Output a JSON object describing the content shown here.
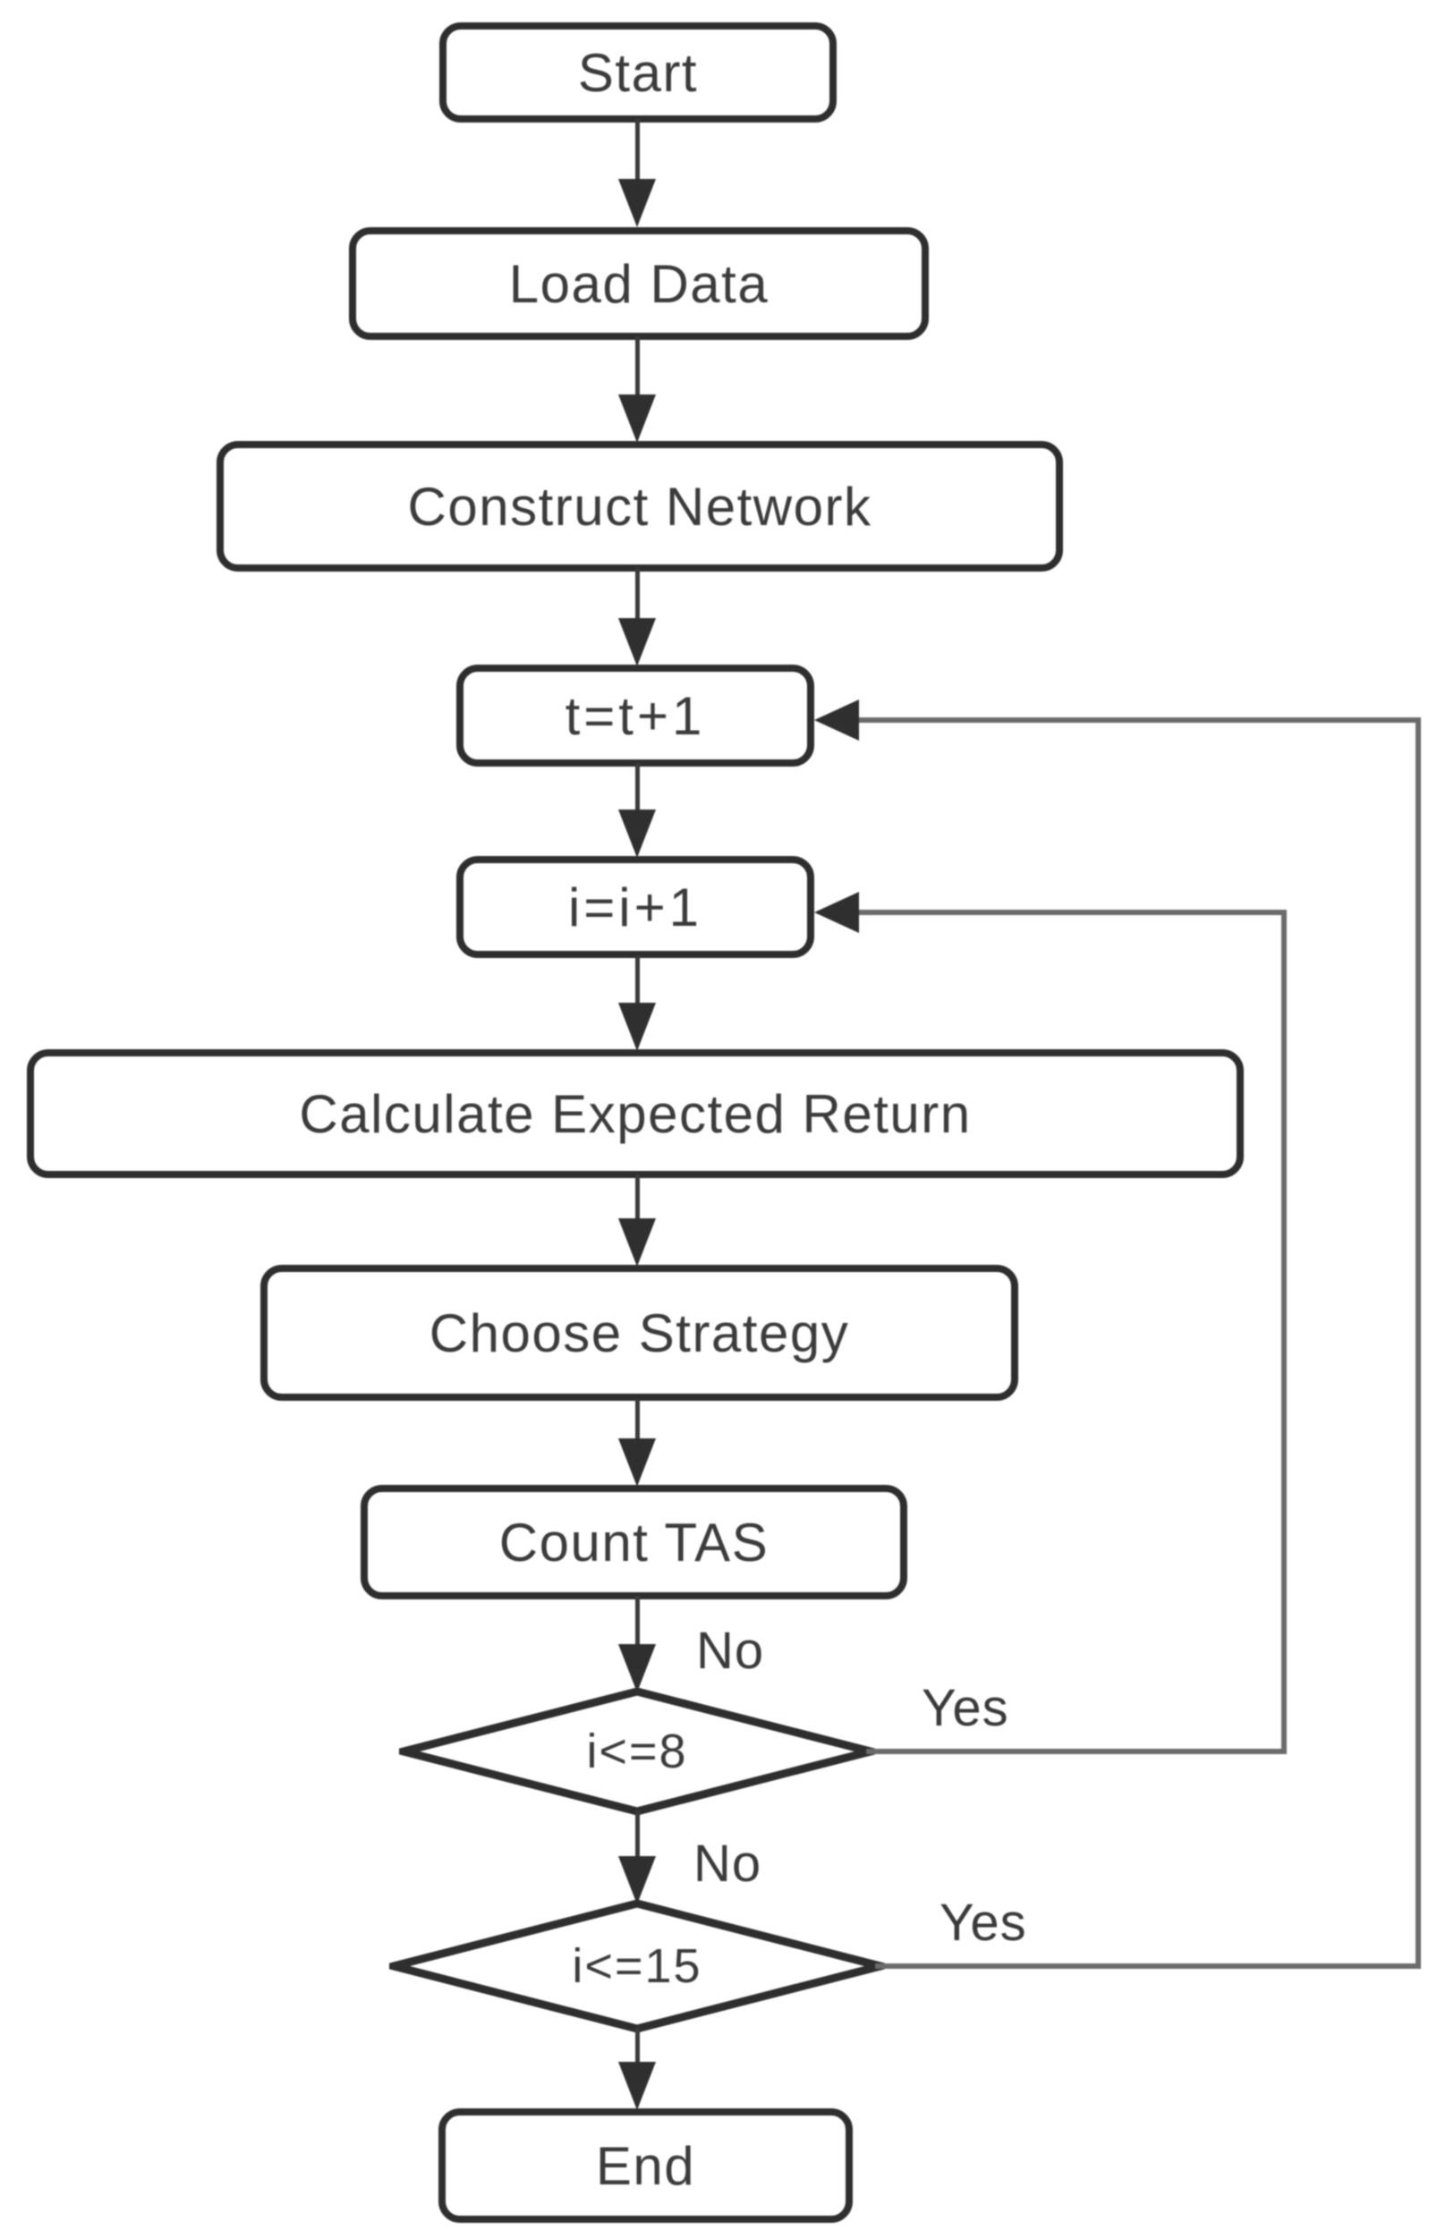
{
  "figure": {
    "type": "flowchart",
    "background_color": "#ffffff",
    "shape_border_color": "#2e2e2e",
    "arrow_color": "#2f2f2f",
    "loop_line_color": "#6b6b6b",
    "text_color": "#3b3b3b"
  },
  "flowchart": {
    "nodes": {
      "start": {
        "label": "Start",
        "shape": "rounded-rect"
      },
      "load_data": {
        "label": "Load Data",
        "shape": "rounded-rect"
      },
      "construct_network": {
        "label": "Construct Network",
        "shape": "rounded-rect"
      },
      "t_increment": {
        "label": "t=t+1",
        "shape": "rounded-rect"
      },
      "i_increment": {
        "label": "i=i+1",
        "shape": "rounded-rect"
      },
      "calculate_expected_return": {
        "label": "Calculate Expected Return",
        "shape": "rounded-rect"
      },
      "choose_strategy": {
        "label": "Choose Strategy",
        "shape": "rounded-rect"
      },
      "count_tas": {
        "label": "Count TAS",
        "shape": "rounded-rect"
      },
      "decision_i_le_8": {
        "label": "i<=8",
        "shape": "diamond"
      },
      "decision_i_le_15": {
        "label": "i<=15",
        "shape": "diamond"
      },
      "end": {
        "label": "End",
        "shape": "rounded-rect"
      }
    },
    "edge_labels": {
      "count_tas_to_i_le_8": "No",
      "i_le_8_yes": "Yes",
      "i_le_8_to_i_le_15": "No",
      "i_le_15_yes": "Yes"
    },
    "edges": [
      {
        "from": "start",
        "to": "load_data"
      },
      {
        "from": "load_data",
        "to": "construct_network"
      },
      {
        "from": "construct_network",
        "to": "t_increment"
      },
      {
        "from": "t_increment",
        "to": "i_increment"
      },
      {
        "from": "i_increment",
        "to": "calculate_expected_return"
      },
      {
        "from": "calculate_expected_return",
        "to": "choose_strategy"
      },
      {
        "from": "choose_strategy",
        "to": "count_tas"
      },
      {
        "from": "count_tas",
        "to": "decision_i_le_8",
        "label": "No"
      },
      {
        "from": "decision_i_le_8",
        "to": "i_increment",
        "label": "Yes"
      },
      {
        "from": "decision_i_le_8",
        "to": "decision_i_le_15",
        "label": "No"
      },
      {
        "from": "decision_i_le_15",
        "to": "t_increment",
        "label": "Yes"
      },
      {
        "from": "decision_i_le_15",
        "to": "end"
      }
    ]
  }
}
